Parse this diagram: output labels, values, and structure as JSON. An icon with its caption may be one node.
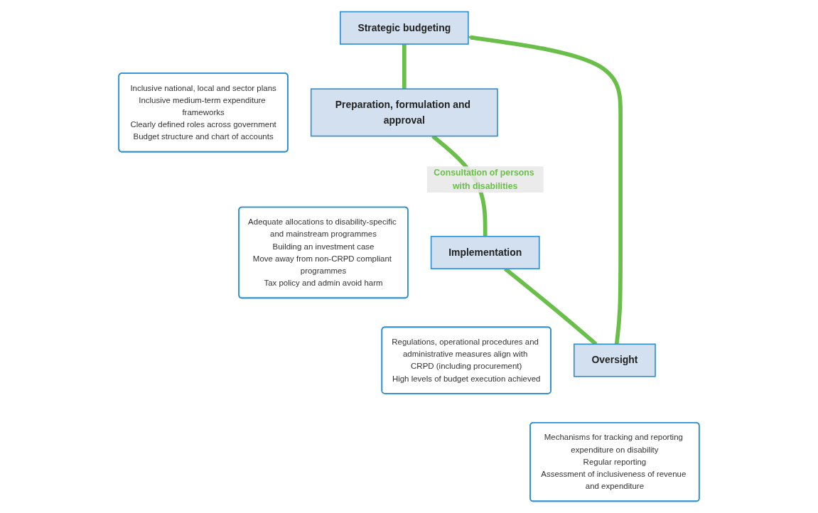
{
  "diagram": {
    "nodes": [
      {
        "text": [
          "Strategic budgeting"
        ]
      },
      {
        "text": [
          "Inclusive national, local and sector plans",
          "Inclusive medium-term expenditure frameworks",
          "Clearly defined roles across government",
          "Budget structure and chart of accounts"
        ]
      },
      {
        "text": [
          "Preparation, formulation and approval"
        ]
      },
      {
        "text": [
          "Adequate allocations to disability-specific and mainstream programmes",
          "Building an investment case",
          "Move away from non-CRPD compliant programmes",
          "Tax policy and admin avoid harm"
        ]
      },
      {
        "text": [
          "Implementation"
        ]
      },
      {
        "text": [
          "Regulations, operational procedures and administrative measures align with CRPD (including procurement)",
          "High levels of budget execution achieved"
        ]
      },
      {
        "text": [
          "Oversight"
        ]
      },
      {
        "text": [
          "Mechanisms for tracking and reporting expenditure on disability",
          "Regular reporting",
          "Assessment of inclusiveness of revenue and expenditure"
        ]
      }
    ],
    "edges": [
      {
        "from": 0,
        "to": 2,
        "arrow": "none"
      },
      {
        "from": 2,
        "to": 4,
        "arrow": "none",
        "label": "Consultation of persons with disabilities"
      },
      {
        "from": 4,
        "to": 6,
        "arrow": "none"
      },
      {
        "from": 6,
        "to": 0,
        "arrow": "to"
      }
    ]
  }
}
